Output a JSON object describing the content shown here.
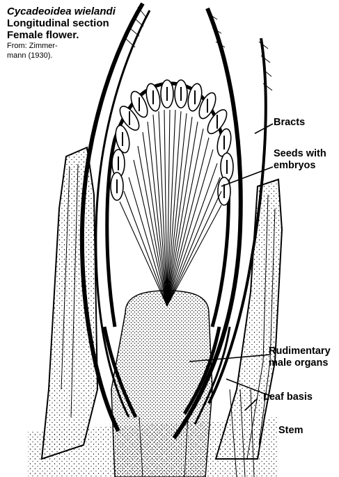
{
  "title": {
    "species": "Cycadeoidea wielandi",
    "line2": "Longitudinal section",
    "line3": "Female flower.",
    "source_line1": "From: Zimmer-",
    "source_line2": "mann (1930)."
  },
  "labels": {
    "bracts": "Bracts",
    "seeds_line1": "Seeds with",
    "seeds_line2": "embryos",
    "rudimentary_line1": "Rudimentary",
    "rudimentary_line2": "male organs",
    "leaf_basis": "Leaf basis",
    "stem": "Stem"
  }
}
